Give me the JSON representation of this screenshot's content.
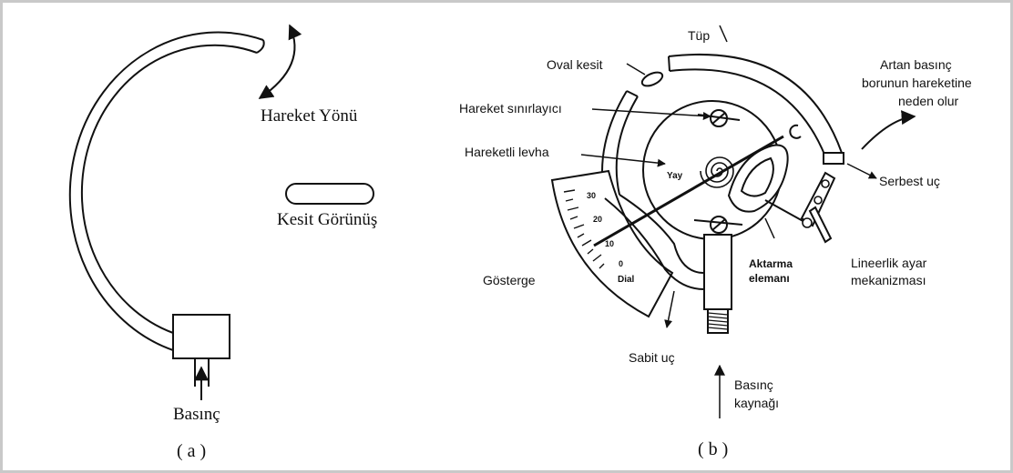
{
  "panel_a": {
    "caption": "( a )",
    "labels": {
      "motion_direction": "Hareket Yönü",
      "section_view": "Kesit Görünüş",
      "pressure": "Basınç"
    }
  },
  "panel_b": {
    "caption": "( b )",
    "labels": {
      "tube": "Tüp",
      "oval_section": "Oval kesit",
      "motion_limiter": "Hareket sınırlayıcı",
      "moving_plate": "Hareketli levha",
      "spring": "Yay",
      "indicator": "Gösterge",
      "dial": "Dial",
      "fixed_end": "Sabit uç",
      "pressure_source_1": "Basınç",
      "pressure_source_2": "kaynağı",
      "transfer_element_1": "Aktarma",
      "transfer_element_2": "elemanı",
      "free_end": "Serbest uç",
      "linearity_1": "Lineerlik ayar",
      "linearity_2": "mekanizması",
      "increasing_pressure_1": "Artan basınç",
      "increasing_pressure_2": "borunun hareketine",
      "increasing_pressure_3": "neden olur"
    },
    "scale_ticks": [
      "30",
      "20",
      "10",
      "0"
    ]
  }
}
